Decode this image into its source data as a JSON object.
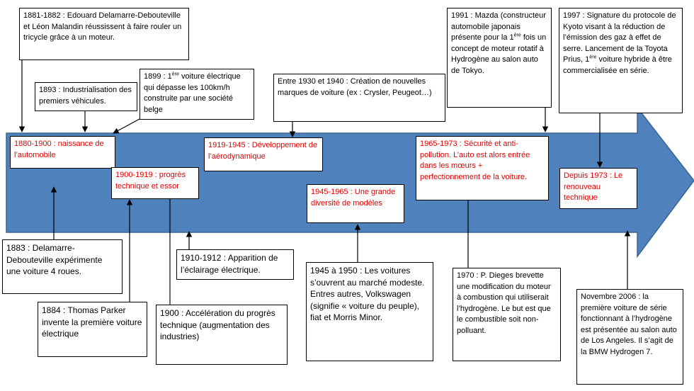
{
  "colors": {
    "arrow_fill": "#4f81bd",
    "arrow_stroke": "#3a6592",
    "period_text": "#e00000",
    "box_border": "#000000"
  },
  "periods": {
    "p1880": "1880-1900 : naissance de l’automobile",
    "p1900": "1900-1919 : progrès technique et essor",
    "p1919": "1919-1945 : Développement de l’aérodynamique",
    "p1945": "1945-1965 : Une grande diversité de modèles",
    "p1965": "1965-1973 : Sécurité et anti-pollution. L’auto est alors entrée dans les mœurs + perfectionnement de la voiture.",
    "p1973": "Depuis 1973 : Le renouveau technique"
  },
  "events": {
    "e1881": "1881-1882 : Edouard Delamarre-Debouteville et Léon Malandin réussissent à faire rouler un tricycle grâce à un moteur.",
    "e1893": "1893 : Industrialisation des premiers véhicules.",
    "e1899": {
      "pre": "1899 : 1",
      "sup": "ère",
      "post": " voiture électrique qui dépasse les 100km/h construite par une société belge"
    },
    "e1930": "Entre 1930 et 1940 : Création de nouvelles marques de voiture (ex : Crysler, Peugeot…)",
    "e1991": {
      "pre": "1991 : Mazda (constructeur automobile japonais présente pour la 1",
      "sup": "ère",
      "post": " fois un concept de moteur rotatif à Hydrogène au salon auto de Tokyo."
    },
    "e1997": {
      "pre": "1997 : Signature du protocole de Kyoto visant à la réduction de l’émission des gaz à effet de  serre. Lancement de la Toyota Prius, 1",
      "sup": "ère",
      "post": " voiture hybride à être commercialisée en série."
    },
    "e1883": "1883 : Delamarre-Debouteville expérimente une voiture 4 roues.",
    "e1884": "1884 : Thomas Parker invente la première voiture électrique",
    "e1910": "1910-1912  : Apparition de l’éclairage électrique.",
    "e1900": "1900 : Accélération du progrès technique (augmentation des industries)",
    "e1945": "1945  à 1950 : Les voitures s’ouvrent au marché modeste. Entres autres, Volkswagen (signifie « voiture du peuple), fiat et Morris Minor.",
    "e1970": "1970 : P. Dieges brevette une modification du moteur à combustion qui utiliserait l’hydrogène. Le but est que le combustible soit non-polluant.",
    "e2006": "Novembre 2006 : la première voiture de série fonctionnant à l’hydrogène est présentée au salon auto de Los Angeles. Il s’agit de la BMW Hydrogen 7."
  }
}
